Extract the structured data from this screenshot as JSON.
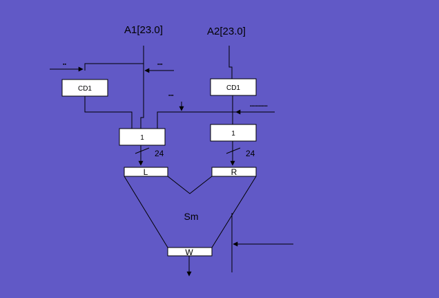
{
  "diagram": {
    "background": "#6159c6",
    "inputs": {
      "a1": "A1[23.0]",
      "a2": "A2[23.0]"
    },
    "blocks": {
      "cd1_left": "CD1",
      "cd1_right": "CD1",
      "mux_left": "1",
      "mux_right": "1",
      "reg_l": "L",
      "reg_r": "R",
      "reg_w": "W",
      "sum": "Sm"
    },
    "bus_widths": {
      "left": "24",
      "right": "24"
    },
    "control_labels": {
      "c1": "▪▪",
      "c2": "▪▪▪",
      "c3": "▪▪▪",
      "c4": "▪▪▪▪▪▪▪▪▪▪▪▪"
    }
  }
}
